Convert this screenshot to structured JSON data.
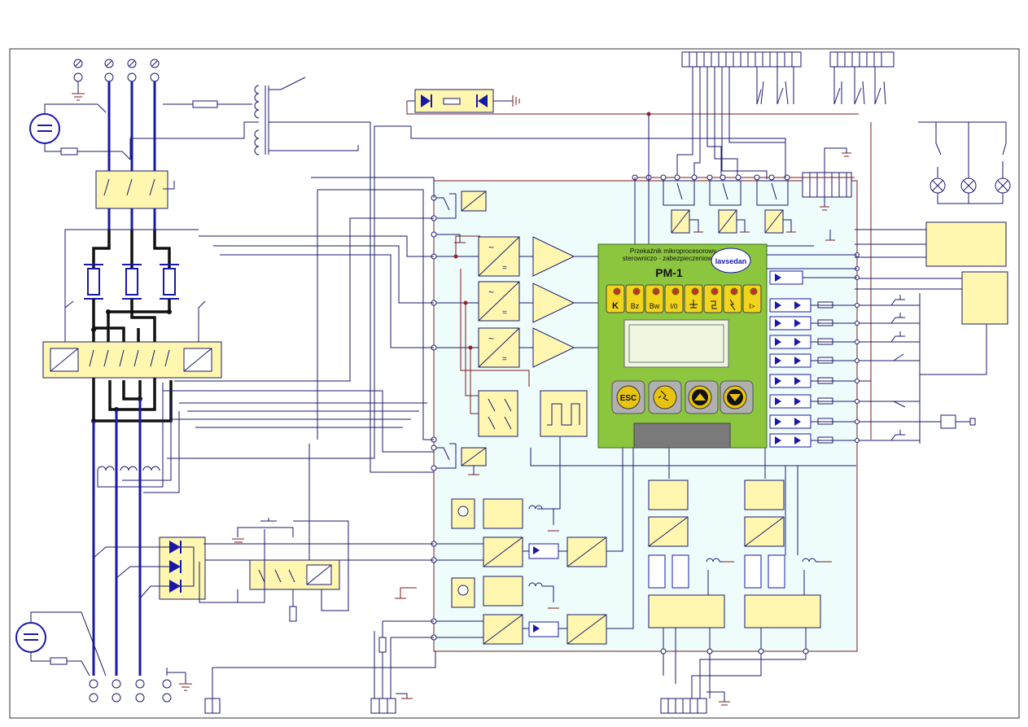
{
  "relay_panel": {
    "name_line1": "Przekaźnik  mikroprocesorowy",
    "name_line2": "sterowniczo - zabezpieczeniowy",
    "logo_text": "lavsedan",
    "model": "PM-1",
    "indicator_keys": [
      "K",
      "Bz",
      "Bw",
      "I/0",
      "",
      "",
      "",
      "I>"
    ],
    "control_buttons": [
      "ESC",
      "",
      "",
      ""
    ]
  },
  "colors": {
    "panel_green": "#8cc63f",
    "enclosure_fill": "#eefcfc",
    "block_fill": "#fff7b0",
    "wire": "#1a1a6e",
    "bus": "#1919a8",
    "frame_red": "#7a1b1b"
  }
}
